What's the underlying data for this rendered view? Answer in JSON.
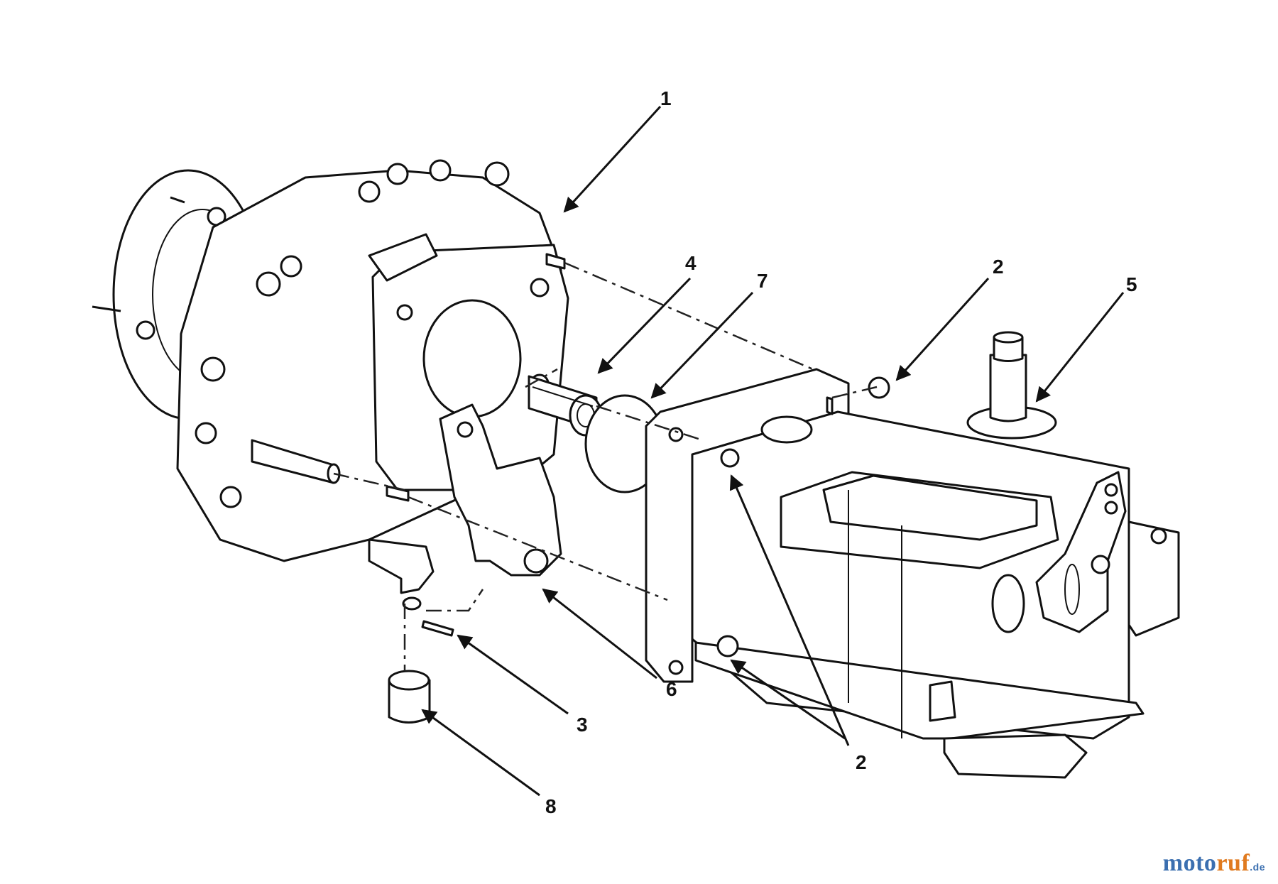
{
  "callouts": {
    "c1": "1",
    "c2a": "2",
    "c2b": "2",
    "c3": "3",
    "c4": "4",
    "c5": "5",
    "c6": "6",
    "c7": "7",
    "c8": "8"
  },
  "watermark": {
    "part1": "moto",
    "part2": "ruf",
    "tld": ".de"
  },
  "colors": {
    "line": "#111111",
    "watermark_blue": "#3b6fb0",
    "watermark_orange": "#e07a1f"
  }
}
